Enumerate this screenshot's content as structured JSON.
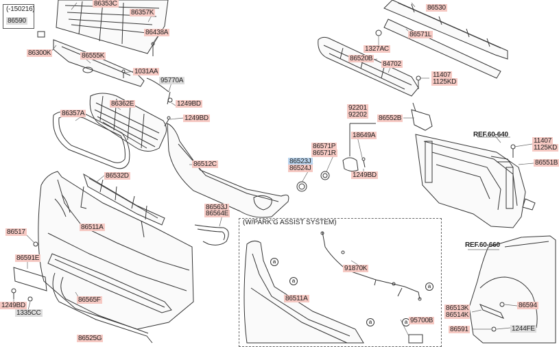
{
  "callouts": [
    {
      "id": "86353C",
      "text": "86353C"
    },
    {
      "id": "86357K",
      "text": "86357K"
    },
    {
      "id": "86438A",
      "text": "86438A"
    },
    {
      "id": "86300K",
      "text": "86300K"
    },
    {
      "id": "86555K",
      "text": "86555K"
    },
    {
      "id": "1031AA",
      "text": "1031AA"
    },
    {
      "id": "95770A",
      "text": "95770A"
    },
    {
      "id": "86362E",
      "text": "86362E"
    },
    {
      "id": "1249BD_a",
      "text": "1249BD"
    },
    {
      "id": "86357A",
      "text": "86357A"
    },
    {
      "id": "1249BD_b",
      "text": "1249BD"
    },
    {
      "id": "86512C",
      "text": "86512C"
    },
    {
      "id": "86532D",
      "text": "86532D"
    },
    {
      "id": "86523J",
      "text": "86523J"
    },
    {
      "id": "86524J",
      "text": "86524J"
    },
    {
      "id": "86571P",
      "text": "86571P"
    },
    {
      "id": "86571R",
      "text": "86571R"
    },
    {
      "id": "92201",
      "text": "92201"
    },
    {
      "id": "92202",
      "text": "92202"
    },
    {
      "id": "18649A",
      "text": "18649A"
    },
    {
      "id": "1249BD_c",
      "text": "1249BD"
    },
    {
      "id": "86563J",
      "text": "86563J"
    },
    {
      "id": "86564E",
      "text": "86564E"
    },
    {
      "id": "86517",
      "text": "86517"
    },
    {
      "id": "86511A_a",
      "text": "86511A"
    },
    {
      "id": "86591E",
      "text": "86591E"
    },
    {
      "id": "86565F",
      "text": "86565F"
    },
    {
      "id": "1249BD_d",
      "text": "1249BD"
    },
    {
      "id": "1335CC",
      "text": "1335CC"
    },
    {
      "id": "86525G",
      "text": "86525G"
    },
    {
      "id": "86530",
      "text": "86530"
    },
    {
      "id": "86571L",
      "text": "86571L"
    },
    {
      "id": "1327AC",
      "text": "1327AC"
    },
    {
      "id": "86520B",
      "text": "86520B"
    },
    {
      "id": "84702",
      "text": "84702"
    },
    {
      "id": "11407_a",
      "text": "11407"
    },
    {
      "id": "1125KD_a",
      "text": "1125KD"
    },
    {
      "id": "86552B",
      "text": "86552B"
    },
    {
      "id": "11407_b",
      "text": "11407"
    },
    {
      "id": "1125KD_b",
      "text": "1125KD"
    },
    {
      "id": "86551B",
      "text": "86551B"
    },
    {
      "id": "91870K",
      "text": "91870K"
    },
    {
      "id": "86511A_b",
      "text": "86511A"
    },
    {
      "id": "95700B",
      "text": "95700B"
    },
    {
      "id": "86594",
      "text": "86594"
    },
    {
      "id": "86513K",
      "text": "86513K"
    },
    {
      "id": "86514K",
      "text": "86514K"
    },
    {
      "id": "86591",
      "text": "86591"
    },
    {
      "id": "1244FE",
      "text": "1244FE"
    },
    {
      "id": "86590",
      "text": "86590"
    }
  ],
  "notes": {
    "date_box": "(-150216)",
    "ref_top": "REF.60-640",
    "ref_bottom": "REF.60-660",
    "parking_box_title": "(W/PARK'G ASSIST SYSTEM)",
    "circle_marker": "a"
  }
}
